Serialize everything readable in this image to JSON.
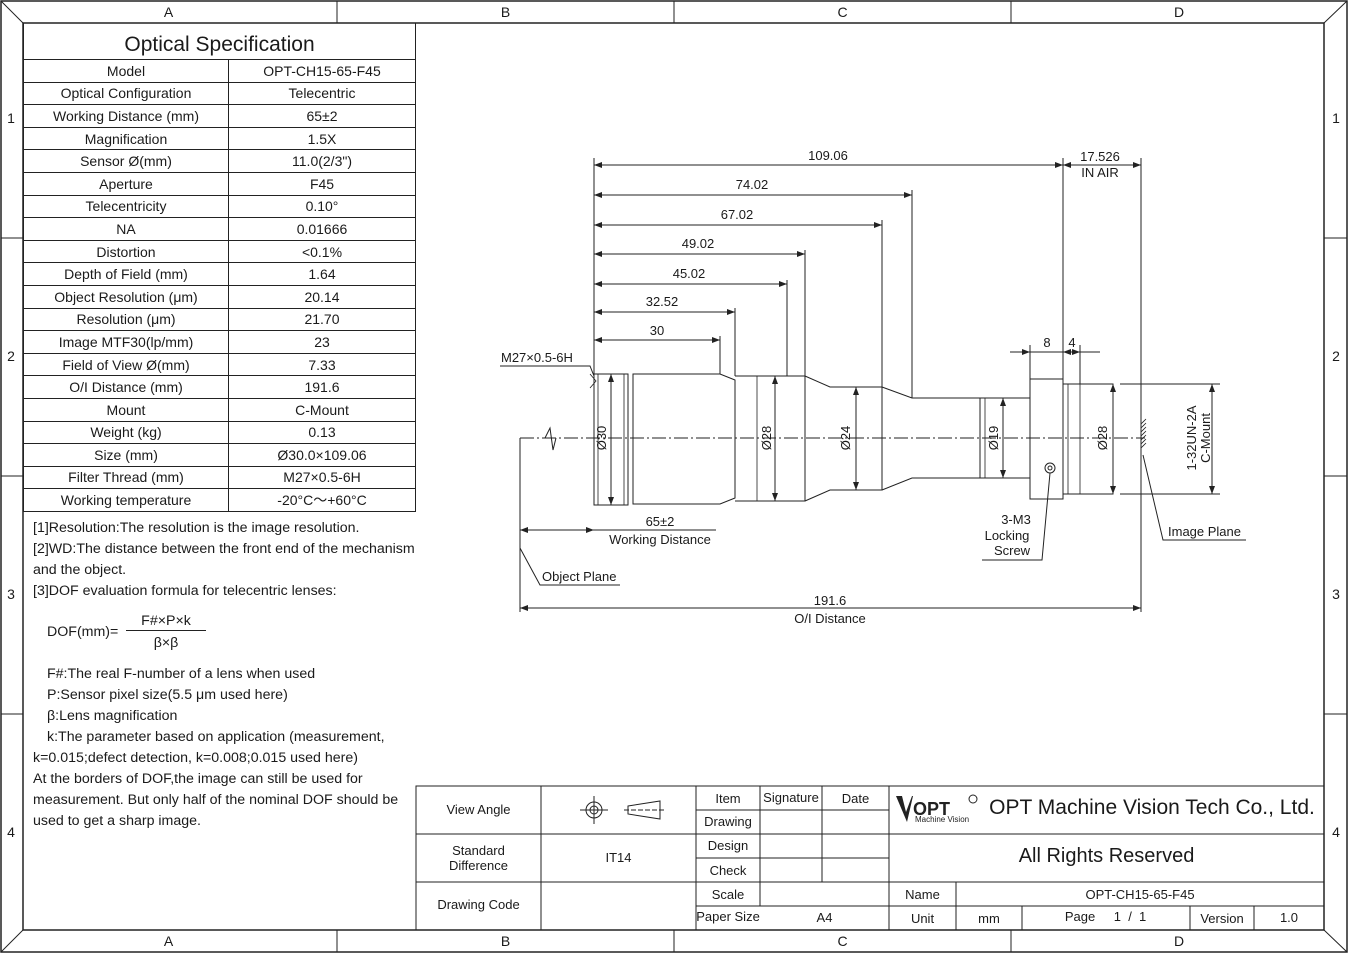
{
  "frame": {
    "columns": [
      "A",
      "B",
      "C",
      "D"
    ],
    "rows": [
      "1",
      "2",
      "3",
      "4"
    ]
  },
  "spec": {
    "title": "Optical Specification",
    "rows": [
      {
        "label": "Model",
        "value": "OPT-CH15-65-F45"
      },
      {
        "label": "Optical Configuration",
        "value": "Telecentric"
      },
      {
        "label": "Working Distance (mm)",
        "value": "65±2"
      },
      {
        "label": "Magnification",
        "value": "1.5X"
      },
      {
        "label": "Sensor Ø(mm)",
        "value": "11.0(2/3\")"
      },
      {
        "label": "Aperture",
        "value": "F45"
      },
      {
        "label": "Telecentricity",
        "value": "0.10°"
      },
      {
        "label": "NA",
        "value": "0.01666"
      },
      {
        "label": "Distortion",
        "value": "<0.1%"
      },
      {
        "label": "Depth of Field (mm)",
        "value": "1.64"
      },
      {
        "label": "Object Resolution (μm)",
        "value": "20.14"
      },
      {
        "label": "Resolution (μm)",
        "value": "21.70"
      },
      {
        "label": "Image MTF30(lp/mm)",
        "value": "23"
      },
      {
        "label": "Field of View Ø(mm)",
        "value": "7.33"
      },
      {
        "label": "O/I Distance (mm)",
        "value": "191.6"
      },
      {
        "label": "Mount",
        "value": "C-Mount"
      },
      {
        "label": "Weight (kg)",
        "value": "0.13"
      },
      {
        "label": "Size (mm)",
        "value": "Ø30.0×109.06"
      },
      {
        "label": "Filter Thread (mm)",
        "value": "M27×0.5-6H"
      },
      {
        "label": "Working temperature",
        "value": "-20°C～+60°C"
      }
    ]
  },
  "notes": {
    "n1": "[1]Resolution:The resolution is the image resolution.",
    "n2a": "[2]WD:The distance between the front end of the mechanism",
    "n2b": "and the object.",
    "n3": "[3]DOF evaluation formula for telecentric lenses:",
    "formula_lhs": "DOF(mm)=",
    "formula_num": "F#×P×k",
    "formula_den": "β×β",
    "f1": "F#:The real F-number of a lens when used",
    "f2": "P:Sensor pixel size(5.5 μm used here)",
    "f3": "β:Lens magnification",
    "f4": "k:The parameter based on application (measurement,",
    "f5": "k=0.015;defect detection, k=0.008;0.015 used here)",
    "f6": "At the borders of DOF,the image can still be used for",
    "f7": "measurement. But only half of the nominal DOF should be",
    "f8": "used to get a sharp image."
  },
  "drawing": {
    "dims": {
      "d109": "109.06",
      "d7402": "74.02",
      "d6702": "67.02",
      "d4902": "49.02",
      "d4502": "45.02",
      "d3252": "32.52",
      "d30": "30",
      "d17526": "17.526",
      "in_air": "IN AIR",
      "d8": "8",
      "d4": "4",
      "wd": "65±2",
      "wd_label": "Working Distance",
      "oi": "191.6",
      "oi_label": "O/I Distance"
    },
    "diameters": {
      "phi30": "Ø30",
      "phi28a": "Ø28",
      "phi24": "Ø24",
      "phi19": "Ø19",
      "phi28b": "Ø28"
    },
    "labels": {
      "thread": "M27×0.5-6H",
      "mount1": "1-32UN-2A",
      "mount2": "C-Mount",
      "screw1": "3-M3",
      "screw2": "Locking",
      "screw3": "Screw",
      "image_plane": "Image Plane",
      "object_plane": "Object Plane"
    }
  },
  "title_block": {
    "view_angle": "View Angle",
    "std_diff_1": "Standard",
    "std_diff_2": "Difference",
    "it": "IT14",
    "drawing_code": "Drawing Code",
    "item": "Item",
    "signature": "Signature",
    "date": "Date",
    "drawing": "Drawing",
    "design": "Design",
    "check": "Check",
    "scale": "Scale",
    "paper_size": "Paper Size",
    "paper": "A4",
    "logo": "OPT",
    "logo_sub": "Machine Vision",
    "company": "OPT Machine Vision Tech Co., Ltd.",
    "rights": "All Rights Reserved",
    "name_label": "Name",
    "name_value": "OPT-CH15-65-F45",
    "unit_label": "Unit",
    "unit_value": "mm",
    "page_label": "Page",
    "page_value": "1  /  1",
    "version_label": "Version",
    "version_value": "1.0"
  }
}
